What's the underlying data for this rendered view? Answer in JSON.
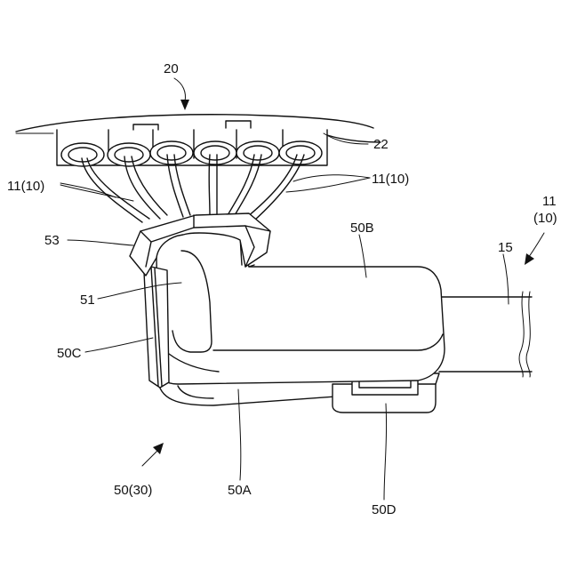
{
  "labels": {
    "fig_20": "20",
    "ref_22": "22",
    "ref_11_10_left": "11(10)",
    "ref_11_10_right": "11(10)",
    "ref_11": "11",
    "ref_10_paren": "(10)",
    "ref_15": "15",
    "ref_53": "53",
    "ref_50B": "50B",
    "ref_51": "51",
    "ref_50C": "50C",
    "ref_50A": "50A",
    "ref_50_30": "50(30)",
    "ref_50D": "50D"
  }
}
